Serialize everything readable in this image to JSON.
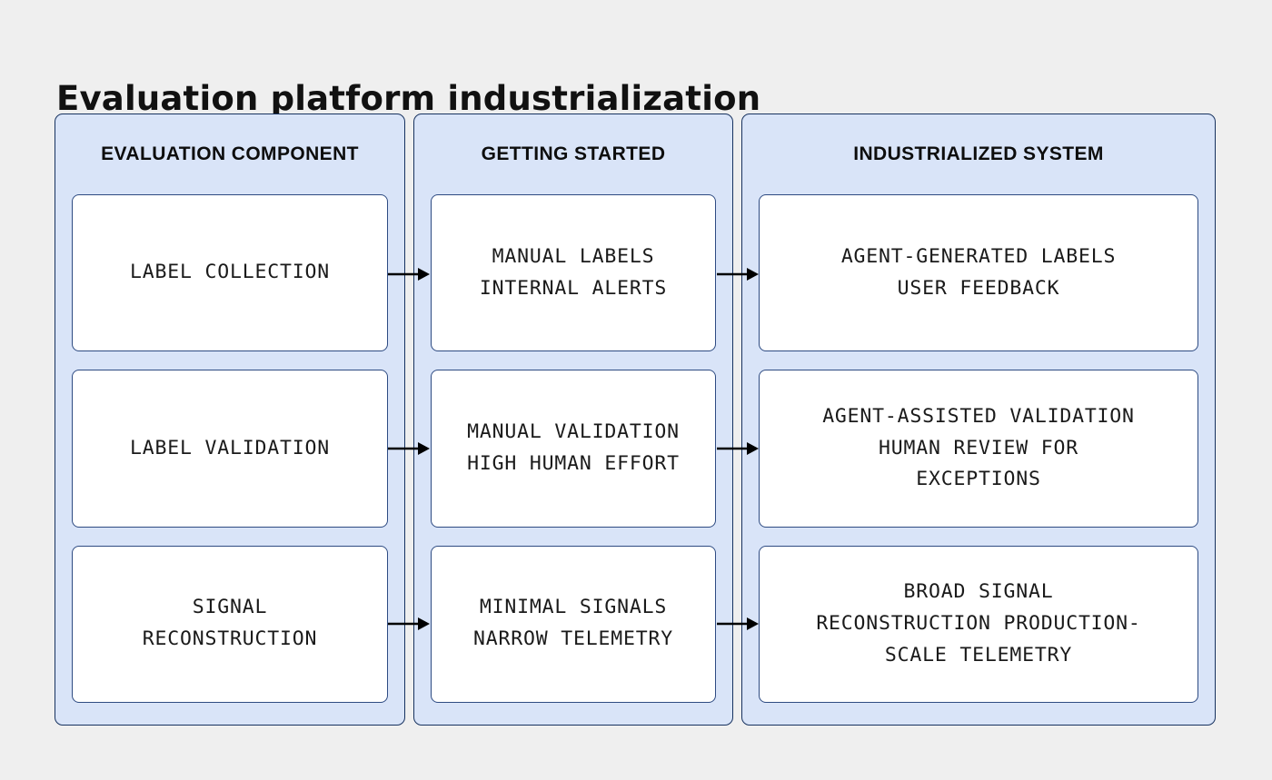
{
  "title": "Evaluation platform industrialization",
  "colors": {
    "background": "#efefef",
    "panel_fill": "#d9e4f8",
    "panel_border": "#17325f",
    "card_fill": "#ffffff",
    "card_border": "#2e4b82",
    "arrow": "#000000",
    "text": "#1a1a1a"
  },
  "diagram": {
    "columns": [
      {
        "header": "EVALUATION COMPONENT",
        "cards": [
          "LABEL COLLECTION",
          "LABEL VALIDATION",
          "SIGNAL\nRECONSTRUCTION"
        ]
      },
      {
        "header": "GETTING STARTED",
        "cards": [
          "MANUAL LABELS\nINTERNAL ALERTS",
          "MANUAL VALIDATION\nHIGH HUMAN EFFORT",
          "MINIMAL SIGNALS\nNARROW TELEMETRY"
        ]
      },
      {
        "header": "INDUSTRIALIZED SYSTEM",
        "cards": [
          "AGENT-GENERATED LABELS\nUSER FEEDBACK",
          "AGENT-ASSISTED VALIDATION\nHUMAN REVIEW FOR\nEXCEPTIONS",
          "BROAD SIGNAL\nRECONSTRUCTION PRODUCTION-\nSCALE TELEMETRY"
        ]
      }
    ],
    "arrow_icon": "arrow-right-icon"
  }
}
